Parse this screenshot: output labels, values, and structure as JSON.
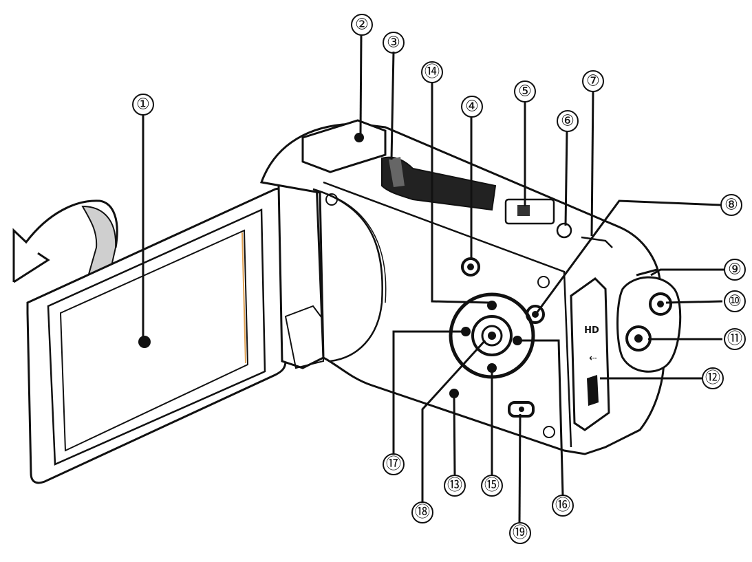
{
  "labels": [
    {
      "id": "1",
      "text": "①"
    },
    {
      "id": "2",
      "text": "②"
    },
    {
      "id": "3",
      "text": "③"
    },
    {
      "id": "4",
      "text": "④"
    },
    {
      "id": "5",
      "text": "⑤"
    },
    {
      "id": "6",
      "text": "⑥"
    },
    {
      "id": "7",
      "text": "⑦"
    },
    {
      "id": "8",
      "text": "⑧"
    },
    {
      "id": "9",
      "text": "⑨"
    },
    {
      "id": "10",
      "text": "⑩"
    },
    {
      "id": "11",
      "text": "⑪"
    },
    {
      "id": "12",
      "text": "⑫"
    },
    {
      "id": "13",
      "text": "⑬"
    },
    {
      "id": "14",
      "text": "⑭"
    },
    {
      "id": "15",
      "text": "⑮"
    },
    {
      "id": "16",
      "text": "⑯"
    },
    {
      "id": "17",
      "text": "⑰"
    },
    {
      "id": "18",
      "text": "⑱"
    },
    {
      "id": "19",
      "text": "⑲"
    }
  ],
  "port_marks": {
    "hdmi": "HD",
    "usb": "⇠"
  },
  "colors": {
    "line": "#111111",
    "background": "#ffffff",
    "grip": "#222222"
  }
}
